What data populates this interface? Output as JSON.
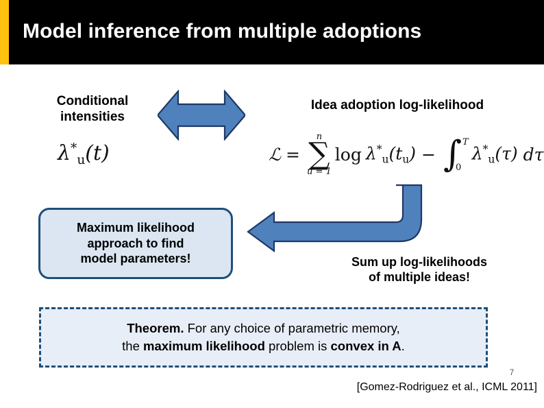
{
  "slide": {
    "title": "Model inference from multiple adoptions",
    "number": "7",
    "citation": "[Gomez-Rodriguez et al., ICML 2011]",
    "accent_color": "#ffc20e",
    "title_bar_color": "#000000",
    "arrow_fill": "#4f81bd",
    "arrow_stroke": "#1f3864",
    "box_fill": "#dce6f2",
    "box_stroke": "#1f4e79",
    "theorem_fill": "#e8eef7"
  },
  "left_column": {
    "heading_line1": "Conditional",
    "heading_line2": "intensities",
    "formula_plain": "λ*_u(t)",
    "formula_parts": {
      "lambda": "λ",
      "star": "*",
      "sub": "u",
      "arg": "(t)"
    }
  },
  "right_column": {
    "heading": "Idea adoption log-likelihood",
    "formula_plain": "ℒ = ∑_{u=1}^{n} log λ*_u(t_u) − ∫_0^T λ*_u(τ) dτ",
    "formula_parts": {
      "script_l": "ℒ",
      "equals": "=",
      "sum_glyph": "∑",
      "sum_upper": "n",
      "sum_lower": "u = 1",
      "log": "log",
      "lambda": "λ",
      "star": "*",
      "sub_u": "u",
      "arg_tu": "(t",
      "arg_tu_sub": "u",
      "arg_close": ")",
      "minus": "−",
      "integral_glyph": "∫",
      "int_upper": "T",
      "int_lower": "0",
      "arg_tau": "(τ)",
      "dtau": "dτ"
    }
  },
  "ml_box": {
    "line1": "Maximum likelihood",
    "line2": "approach to find",
    "line3": "model parameters!"
  },
  "sum_up": {
    "line1": "Sum up log-likelihoods",
    "line2": "of multiple ideas!"
  },
  "theorem": {
    "lead": "Theorem.",
    "text_1": " For any choice of parametric memory,",
    "text_2": "the ",
    "bold_1": "maximum likelihood",
    "text_3": " problem is ",
    "bold_2": "convex in A",
    "text_4": "."
  },
  "icons": {
    "double_arrow": "double-headed-arrow-icon",
    "elbow_arrow": "elbow-arrow-icon"
  }
}
